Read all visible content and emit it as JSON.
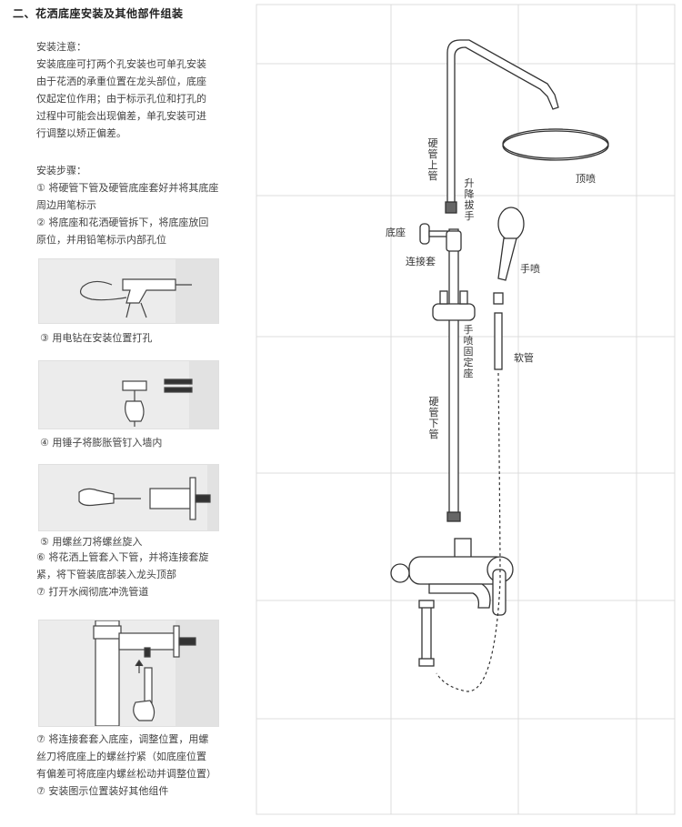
{
  "section_title": "二、花洒底座安装及其他部件组装",
  "notes": {
    "heading": "安装注意：",
    "lines": [
      "安装底座可打两个孔安装也可单孔安装",
      "由于花洒的承重位置在龙头部位，底座",
      "仅起定位作用；由于标示孔位和打孔的",
      "过程中可能会出现偏差，单孔安装可进",
      "行调整以矫正偏差。"
    ]
  },
  "steps": {
    "heading": "安装步骤：",
    "step1": [
      "① 将硬管下管及硬管底座套好并将其底座",
      "周边用笔标示"
    ],
    "step2": [
      "② 将底座和花洒硬管拆下，将底座放回",
      "原位，并用铅笔标示内部孔位"
    ],
    "step3": "③ 用电钻在安装位置打孔",
    "step4": "④ 用锤子将膨胀管钉入墙内",
    "step5": "⑤ 用螺丝刀将螺丝旋入",
    "step6": [
      "⑥ 将花洒上管套入下管，并将连接套旋",
      "紧，将下管装底部装入龙头顶部"
    ],
    "step7": "⑦ 打开水阀彻底冲洗管道",
    "step8": [
      "⑦ 将连接套套入底座，调整位置，用螺",
      "丝刀将底座上的螺丝拧紧（如底座位置",
      "有偏差可将底座内螺丝松动并调整位置）"
    ],
    "step9": "⑦ 安装图示位置装好其他组件"
  },
  "diagram_labels": {
    "upper_pipe": "硬管上管",
    "lift_rod": "升降拔手",
    "top_spray": "顶喷",
    "base": "底座",
    "connector": "连接套",
    "hand_shower": "手喷",
    "hand_holder": "手喷固定座",
    "hose": "软管",
    "lower_pipe": "硬管下管"
  },
  "colors": {
    "grid": "#dcdcdc",
    "photo_bg": "#ececec",
    "line": "#333333"
  }
}
